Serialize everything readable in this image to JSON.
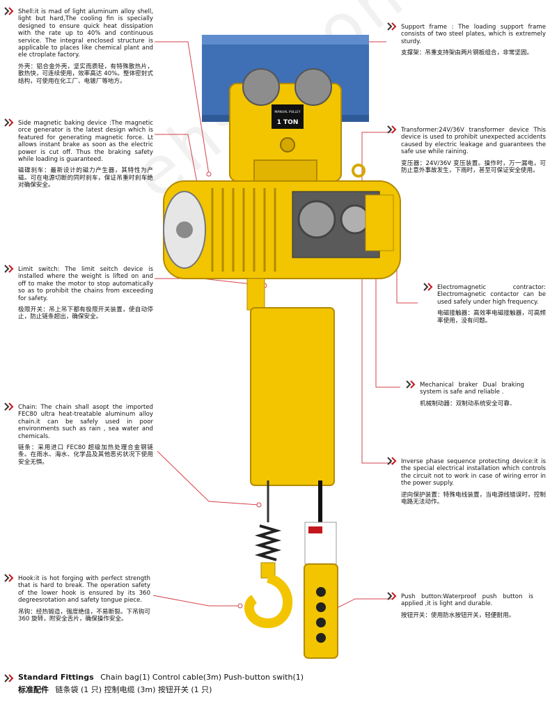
{
  "annotations": {
    "shell": {
      "en": "Shell:it is mad of light aluminum alloy shell, light but hard,The cooling fin is specially designed to ensure quick heat dissipation with the rate up to 40% and continuous service. The integral enclosed structure is applicable to places like chemical plant and ele ctroplate factory.",
      "zh": "外壳：铝合金外壳，坚实而质轻，有特殊散热片，散热快，可连续使用，效率高达 40%。整体密封式结构，可使用在化工厂、电镀厂等地方。"
    },
    "magnetic_brake": {
      "en": "Side magnetic baking device :The magnetic orce generator is the latest design which is featured for generating magnetic force. Lt allows instant brake as soon as the electric power is cut off. Thus the braking safety while loading is guaranteed.",
      "zh": "磁碟刹车：最新设计的磁力产生器，其特性为产磁。可在电源切断的同时刹车，保证吊重时刹车绝对确保安全。"
    },
    "limit_switch": {
      "en": "Limit switch: The limit seitch device is installed where the weight is lifted on and off to make the motor to stop automatically so as to prohibit the chains from exceeding for safety.",
      "zh": "极限开关：吊上吊下都有极限开关装置，使自动停止，防止链条超出，确保安全。"
    },
    "chain": {
      "en": "Chain: The chain shall asopt the imported FEC80 ultra heat-treatable aluminum alloy chain.it can be safely used in poor environments such as rain , sea water and chemicals.",
      "zh": "链条：采用进口 FEC80 超级加热处理合金钢链条。在雨水、海水、化学品及其他恶劣状况下使用安全无惧。"
    },
    "hook": {
      "en": "Hook:it is hot forging with perfect strength that is hard to break. The operation safety of the lower hook is ensured by its 360 degreesrotation and safety tongue piece.",
      "zh": "吊钩：经热锻造，强度绝佳，不易断裂。下吊钩可 360 旋转，附安全舌片，确保操作安全。"
    },
    "support_frame": {
      "en": "Support frame : The loading support frame consists of two steel plates, which is extremely sturdy.",
      "zh": "支撑架：吊重支持架由两片钢板组合，非常坚固。"
    },
    "transformer": {
      "en": "Transformer:24V/36V transformer device This device is used to prohibit unexpected accidents caused by electric leakage and guarantees the safe use while raining.",
      "zh": "变压器：24V/36V 变压装置。操作时，万一漏电，可防止意外事故发生，下雨时，甚至可保证安全使用。"
    },
    "contactor": {
      "en": "Electromagnetic contractor: Electromagnetic contactor can be used safely under high frequency.",
      "zh": "电磁接触器：高效率电磁接触器，可高频率使用，没有问题。"
    },
    "braker": {
      "en": "Mechanical braker Dual braking system is safe and reliable .",
      "zh": "机械制动器：双制动系统安全可靠．"
    },
    "phase": {
      "en": "Inverse phase sequence protecting device:it is the special electrical installation which controls the circuit not to work in case of wiring error in the power supply.",
      "zh": "逆向保护装置：特殊电线装置，当电源线错误时，控制电路无法动作。"
    },
    "push_button": {
      "en": "Push button:Waterproof push button is applied ,it is light and durable.",
      "zh": "按钮开关：使用防水按钮开关，轻便耐用。"
    }
  },
  "hoist_label": {
    "brand": "MANUAL PULLEY",
    "capacity": "1 TON"
  },
  "watermark": "ehsy.com",
  "footer": {
    "en_title": "Standard Fittings",
    "en_items": "Chain bag(1)   Control cable(3m)   Push-button swith(1)",
    "zh_title": "标准配件",
    "zh_items": "链条袋 (1 只)  控制电缆 (3m)   按钮开关 (1 只)"
  },
  "colors": {
    "accent_red": "#c4161c",
    "hoist_yellow": "#f2c500",
    "beam_blue": "#3f6fb5",
    "leader_line": "#d6424a"
  }
}
